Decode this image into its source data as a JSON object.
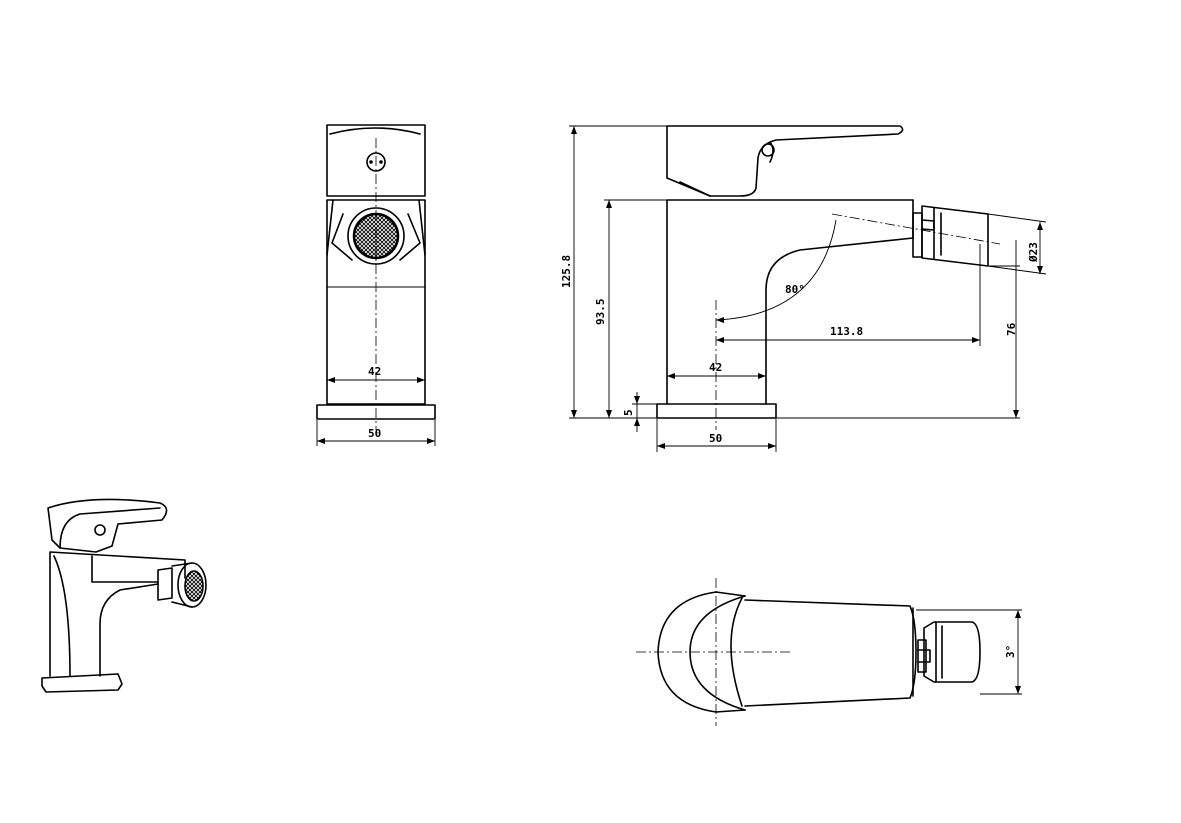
{
  "drawing": {
    "line_color": "#000000",
    "background": "#ffffff",
    "front_view": {
      "dimensions": {
        "body_width": "42",
        "base_width": "50"
      }
    },
    "side_view": {
      "dimensions": {
        "overall_height": "125.8",
        "spout_height": "93.5",
        "base_thickness": "5",
        "spout_reach": "113.8",
        "outlet_height": "76",
        "outlet_diameter": "Ø23",
        "spout_angle": "80°",
        "body_width": "42",
        "base_width": "50"
      }
    },
    "top_view": {
      "dimensions": {
        "swivel_angle": "3°"
      }
    }
  }
}
